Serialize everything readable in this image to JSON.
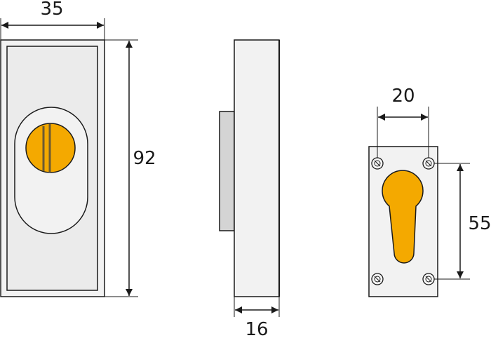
{
  "dimensions": {
    "front_width": "35",
    "front_height": "92",
    "side_depth": "16",
    "back_hole_spacing": "20",
    "back_height": "55"
  },
  "colors": {
    "outline": "#1a1a1a",
    "plate_fill": "#f2f2f2",
    "plate_inner": "#ebebeb",
    "shade": "#d4d4d4",
    "cylinder": "#f4a900",
    "cylinder_dark": "#6b5a33"
  },
  "icons": {
    "screw": "screw-icon"
  }
}
